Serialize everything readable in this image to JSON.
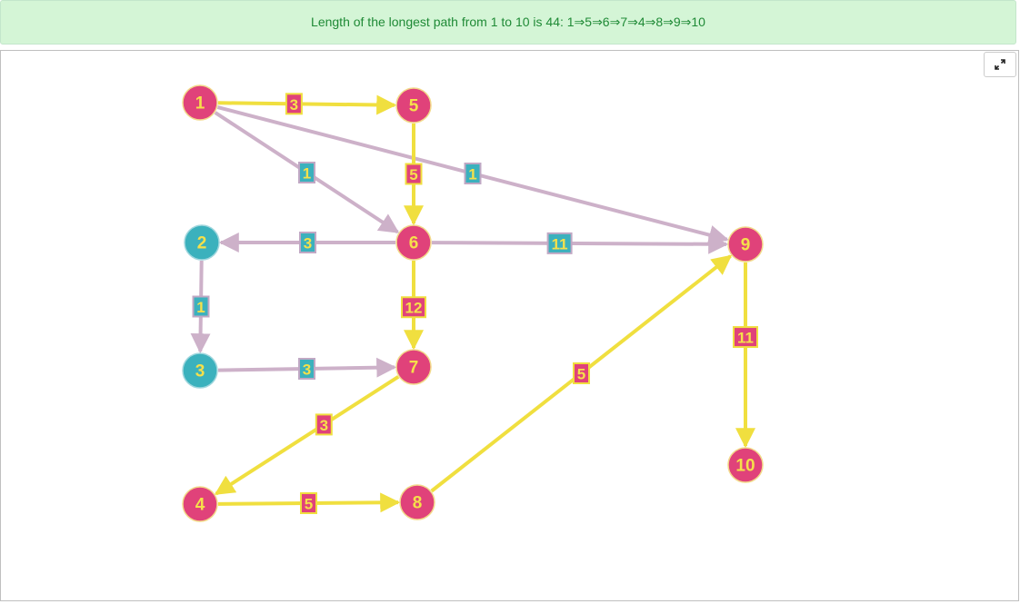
{
  "message": "Length of the longest path from 1 to 10 is 44: 1⇒5⇒6⇒7⇒4⇒8⇒9⇒10",
  "toolbar": {
    "fullscreen_icon": "expand-icon"
  },
  "colors": {
    "path_node": "#e0427a",
    "normal_node": "#3bb1bd",
    "node_border": "#f2d98a",
    "path_edge": "#f0df3f",
    "normal_edge": "#cdb1c9",
    "node_text": "#f5e04a",
    "path_label_fill": "#e0427a",
    "path_label_border": "#f0df3f",
    "normal_label_fill": "#3bb1bd",
    "normal_label_border": "#c0a8c4",
    "message_text": "#1f8a36",
    "message_bg": "#d4f5d6"
  },
  "graph": {
    "nodes": [
      {
        "id": "1",
        "label": "1",
        "on_path": true
      },
      {
        "id": "2",
        "label": "2",
        "on_path": false
      },
      {
        "id": "3",
        "label": "3",
        "on_path": false
      },
      {
        "id": "4",
        "label": "4",
        "on_path": true
      },
      {
        "id": "5",
        "label": "5",
        "on_path": true
      },
      {
        "id": "6",
        "label": "6",
        "on_path": true
      },
      {
        "id": "7",
        "label": "7",
        "on_path": true
      },
      {
        "id": "8",
        "label": "8",
        "on_path": true
      },
      {
        "id": "9",
        "label": "9",
        "on_path": true
      },
      {
        "id": "10",
        "label": "10",
        "on_path": true
      }
    ],
    "edges": [
      {
        "from": "1",
        "to": "5",
        "weight": "3",
        "on_path": true
      },
      {
        "from": "1",
        "to": "6",
        "weight": "1",
        "on_path": false
      },
      {
        "from": "1",
        "to": "9",
        "weight": "1",
        "on_path": false
      },
      {
        "from": "5",
        "to": "6",
        "weight": "5",
        "on_path": true
      },
      {
        "from": "6",
        "to": "2",
        "weight": "3",
        "on_path": false
      },
      {
        "from": "6",
        "to": "9",
        "weight": "11",
        "on_path": false
      },
      {
        "from": "6",
        "to": "7",
        "weight": "12",
        "on_path": true
      },
      {
        "from": "2",
        "to": "3",
        "weight": "1",
        "on_path": false
      },
      {
        "from": "3",
        "to": "7",
        "weight": "3",
        "on_path": false
      },
      {
        "from": "7",
        "to": "4",
        "weight": "3",
        "on_path": true
      },
      {
        "from": "4",
        "to": "8",
        "weight": "5",
        "on_path": true
      },
      {
        "from": "8",
        "to": "9",
        "weight": "5",
        "on_path": true
      },
      {
        "from": "9",
        "to": "10",
        "weight": "11",
        "on_path": true
      }
    ]
  }
}
